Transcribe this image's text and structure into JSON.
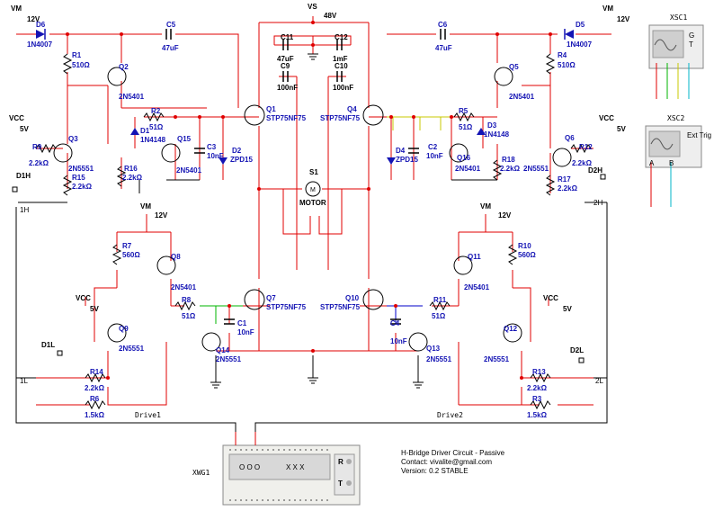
{
  "labels": {
    "vm_left": "VM",
    "v12_left": "12V",
    "vm_right": "VM",
    "v12_right": "12V",
    "vs": "VS",
    "v48": "48V",
    "d6": "D6",
    "d6_part": "1N4007",
    "d5": "D5",
    "d5_part": "1N4007",
    "c5": "C5",
    "c5_val": "47uF",
    "c6": "C6",
    "c6_val": "47uF",
    "c11": "C11",
    "c11_val": "47uF",
    "c12": "C12",
    "c12_val": "1mF",
    "c9": "C9",
    "c9_val": "100nF",
    "c10": "C10",
    "c10_val": "100nF",
    "r1": "R1",
    "r1_val": "510Ω",
    "r4": "R4",
    "r4_val": "510Ω",
    "q2": "Q2",
    "q2_part": "2N5401",
    "q5": "Q5",
    "q5_part": "2N5401",
    "r2": "R2",
    "r2_val": "51Ω",
    "r5": "R5",
    "r5_val": "51Ω",
    "d1": "D1",
    "d1_part": "1N4148",
    "d3": "D3",
    "d3_part": "1N4148",
    "q1": "Q1",
    "q1_part": "STP75NF75",
    "q4": "Q4",
    "q4_part": "STP75NF75",
    "q7": "Q7",
    "q7_part": "STP75NF75",
    "q10": "Q10",
    "q10_part": "STP75NF75",
    "vcc_l": "VCC",
    "v5_l": "5V",
    "vcc_r": "VCC",
    "v5_r": "5V",
    "r9": "R9",
    "r9_val": "2.2kΩ",
    "q3": "Q3",
    "q3_part": "2N5551",
    "q15": "Q15",
    "q15_part": "2N5401",
    "c3": "C3",
    "c3_val": "10nF",
    "d2": "D2",
    "d2_part": "ZPD15",
    "d4": "D4",
    "d4_part": "ZPD15",
    "c2": "C2",
    "c2_val": "10nF",
    "q16": "Q16",
    "q16_part": "2N5401",
    "r18": "R18",
    "r18_val": "2.2kΩ",
    "q6": "Q6",
    "q6_part": "2N5551",
    "r12": "R12",
    "r12_val": "2.2kΩ",
    "r16": "R16",
    "r16_val": "2.2kΩ",
    "r15": "R15",
    "r15_val": "2.2kΩ",
    "r17": "R17",
    "r17_val": "2.2kΩ",
    "d1h": "D1H",
    "d2h": "D2H",
    "s1": "S1",
    "motor": "MOTOR",
    "vm_l2": "VM",
    "v12_l2": "12V",
    "vm_r2": "VM",
    "v12_r2": "12V",
    "r7": "R7",
    "r7_val": "560Ω",
    "r10": "R10",
    "r10_val": "560Ω",
    "q8": "Q8",
    "q8_part": "2N5401",
    "q11": "Q11",
    "q11_part": "2N5401",
    "r8": "R8",
    "r8_val": "51Ω",
    "r11": "R11",
    "r11_val": "51Ω",
    "c1": "C1",
    "c1_val": "10nF",
    "c4": "C4",
    "c4_val": "10nF",
    "q9": "Q9",
    "q9_part": "2N5551",
    "q12": "Q12",
    "q12_part": "2N5551",
    "q14": "Q14",
    "q14_part": "2N5551",
    "q13": "Q13",
    "q13_part": "2N5551",
    "vcc_l2": "VCC",
    "v5_l2": "5V",
    "vcc_r2": "VCC",
    "v5_r2": "5V",
    "d1l": "D1L",
    "d2l": "D2L",
    "r14": "R14",
    "r14_val": "2.2kΩ",
    "r6": "R6",
    "r6_val": "1.5kΩ",
    "r13": "R13",
    "r13_val": "2.2kΩ",
    "r3": "R3",
    "r3_val": "1.5kΩ",
    "drive1": "Drive1",
    "drive2": "Drive2",
    "xwg1": "XWG1",
    "xsc1": "XSC1",
    "xsc2": "XSC2",
    "xsc2_ext": "Ext Trig",
    "info1": "H-Bridge Driver Circuit - Passive",
    "info2": "Contact: vivalite@gmail.com",
    "info3": "Version: 0.2 STABLE",
    "wg_r": "R",
    "wg_t": "T",
    "wg_o": "O O O",
    "wg_x": "X X X",
    "pin_1h": "1H",
    "pin_2h": "2H",
    "pin_1l": "1L",
    "pin_2l": "2L",
    "xsc_g": "G",
    "xsc_t": "T",
    "xsc_a": "A",
    "xsc_b": "B"
  },
  "colors": {
    "wire_power": "#e00000",
    "wire_signal": "#000000",
    "net_green": "#00b400",
    "net_yellow": "#c8c800",
    "net_blue": "#0000c8",
    "component_label": "#1414b4"
  }
}
